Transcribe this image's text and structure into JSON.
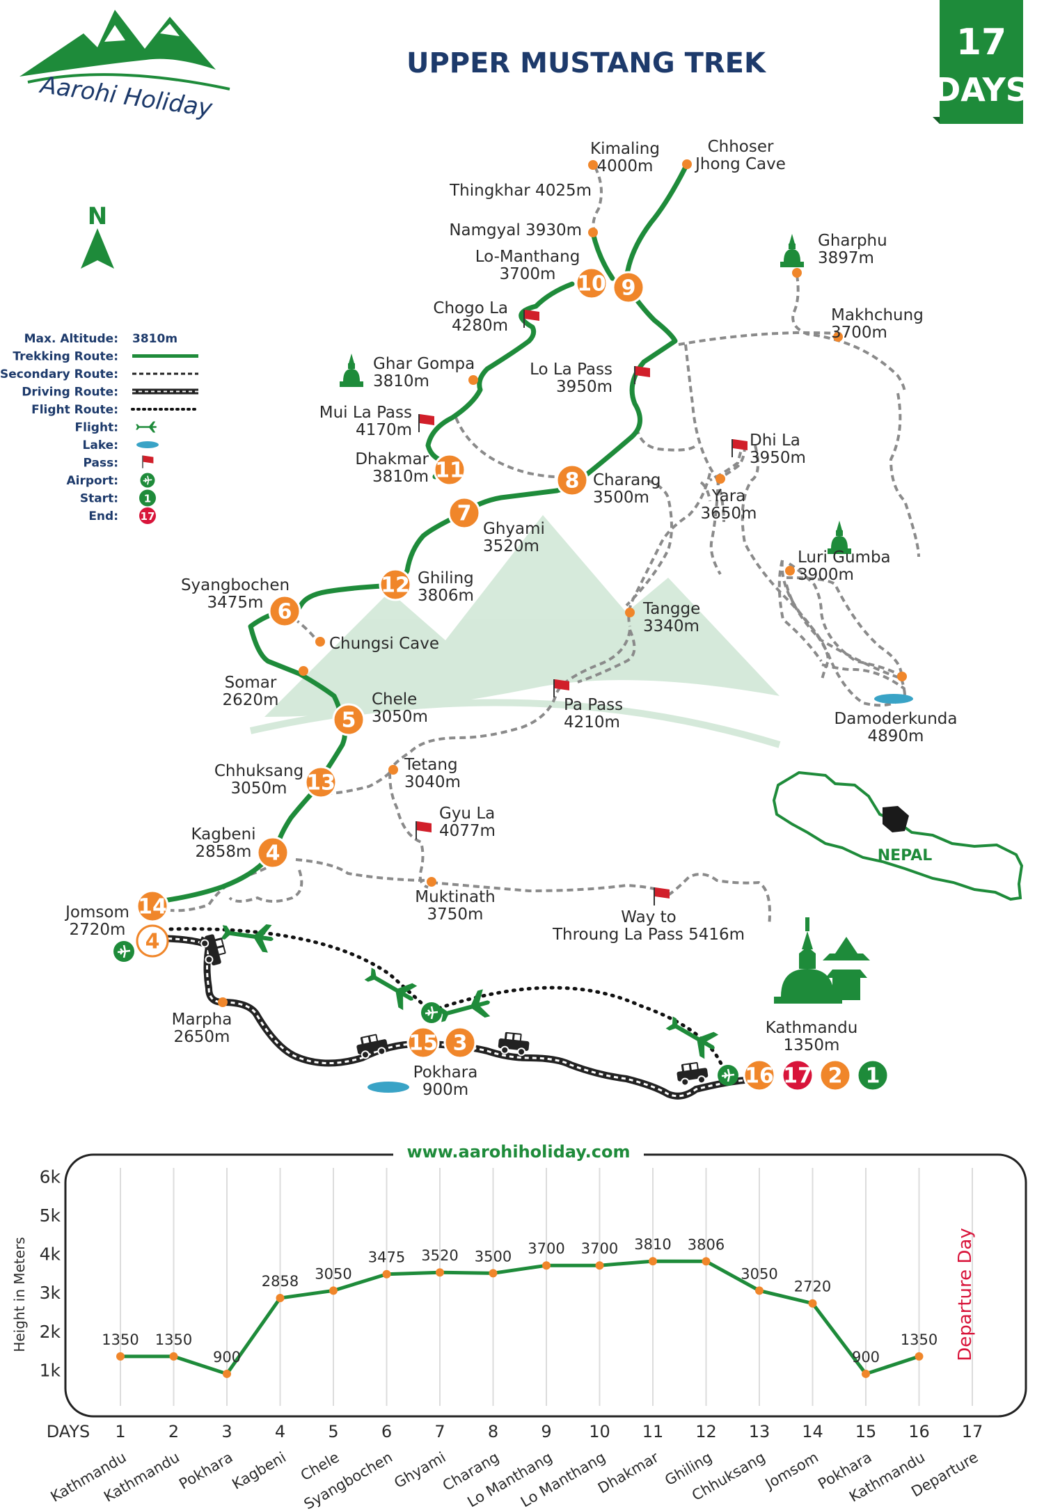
{
  "header": {
    "title": "UPPER MUSTANG TREK",
    "brand_name": "Aarohi Holiday",
    "duration_days": "17",
    "duration_unit": "DAYS",
    "website": "www.aarohiholiday.com"
  },
  "north_label": "N",
  "colors": {
    "trek_green": "#1e8b3a",
    "accent_orange": "#f0862a",
    "end_red": "#d8143a",
    "dark_navy": "#1d3a6b",
    "lake_blue": "#39a3c6",
    "pass_red": "#d11f2a"
  },
  "legend": [
    {
      "label": "Max. Altitude:",
      "value": "3810m",
      "kind": "text"
    },
    {
      "label": "Trekking Route:",
      "kind": "trek-line"
    },
    {
      "label": "Secondary Route:",
      "kind": "secondary-line"
    },
    {
      "label": "Driving Route:",
      "kind": "driving-line"
    },
    {
      "label": "Flight Route:",
      "kind": "flight-line"
    },
    {
      "label": "Flight:",
      "kind": "plane-icon"
    },
    {
      "label": "Lake:",
      "kind": "lake-icon"
    },
    {
      "label": "Pass:",
      "kind": "flag-icon"
    },
    {
      "label": "Airport:",
      "kind": "airport-icon"
    },
    {
      "label": "Start:",
      "kind": "start-icon",
      "value": "1"
    },
    {
      "label": "End:",
      "kind": "end-icon",
      "value": "17"
    }
  ],
  "places": [
    {
      "id": "kimaling",
      "lines": [
        "Kimaling",
        "4000m"
      ]
    },
    {
      "id": "chhoser",
      "lines": [
        "Chhoser",
        "Jhong Cave"
      ]
    },
    {
      "id": "thingkhar",
      "lines": [
        "Thingkhar 4025m"
      ]
    },
    {
      "id": "namgyal",
      "lines": [
        "Namgyal 3930m"
      ]
    },
    {
      "id": "lomanthang",
      "lines": [
        "Lo-Manthang",
        "3700m"
      ]
    },
    {
      "id": "gharphu",
      "lines": [
        "Gharphu",
        "3897m"
      ]
    },
    {
      "id": "chogola",
      "lines": [
        "Chogo La",
        "4280m"
      ]
    },
    {
      "id": "makhchung",
      "lines": [
        "Makhchung",
        "3700m"
      ]
    },
    {
      "id": "ghargompa",
      "lines": [
        "Ghar Gompa",
        "3810m"
      ]
    },
    {
      "id": "lolapass",
      "lines": [
        "Lo La Pass",
        "3950m"
      ]
    },
    {
      "id": "muilapass",
      "lines": [
        "Mui La Pass",
        "4170m"
      ]
    },
    {
      "id": "dhila",
      "lines": [
        "Dhi La",
        "3950m"
      ]
    },
    {
      "id": "dhakmar",
      "lines": [
        "Dhakmar",
        "3810m"
      ]
    },
    {
      "id": "charang",
      "lines": [
        "Charang",
        "3500m"
      ]
    },
    {
      "id": "yara",
      "lines": [
        "Yara",
        "3650m"
      ]
    },
    {
      "id": "ghyami",
      "lines": [
        "Ghyami",
        "3520m"
      ]
    },
    {
      "id": "lurigumba",
      "lines": [
        "Luri Gumba",
        "3900m"
      ]
    },
    {
      "id": "syangbochen",
      "lines": [
        "Syangbochen",
        "3475m"
      ]
    },
    {
      "id": "ghiling",
      "lines": [
        "Ghiling",
        "3806m"
      ]
    },
    {
      "id": "tangge",
      "lines": [
        "Tangge",
        "3340m"
      ]
    },
    {
      "id": "chungsicave",
      "lines": [
        "Chungsi Cave"
      ]
    },
    {
      "id": "somar",
      "lines": [
        "Somar",
        "2620m"
      ]
    },
    {
      "id": "chele",
      "lines": [
        "Chele",
        "3050m"
      ]
    },
    {
      "id": "papass",
      "lines": [
        "Pa Pass",
        "4210m"
      ]
    },
    {
      "id": "damoderkunda",
      "lines": [
        "Damoderkunda",
        "4890m"
      ]
    },
    {
      "id": "tetang",
      "lines": [
        "Tetang",
        "3040m"
      ]
    },
    {
      "id": "chhuksang",
      "lines": [
        "Chhuksang",
        "3050m"
      ]
    },
    {
      "id": "gyula",
      "lines": [
        "Gyu La",
        "4077m"
      ]
    },
    {
      "id": "kagbeni",
      "lines": [
        "Kagbeni",
        "2858m"
      ]
    },
    {
      "id": "muktinath",
      "lines": [
        "Muktinath",
        "3750m"
      ]
    },
    {
      "id": "jomsom",
      "lines": [
        "Jomsom",
        "2720m"
      ]
    },
    {
      "id": "thoronglapass",
      "lines": [
        "Way to",
        "Throung La Pass 5416m"
      ]
    },
    {
      "id": "marpha",
      "lines": [
        "Marpha",
        "2650m"
      ]
    },
    {
      "id": "pokhara",
      "lines": [
        "Pokhara",
        "900m"
      ]
    },
    {
      "id": "kathmandu",
      "lines": [
        "Kathmandu",
        "1350m"
      ]
    }
  ],
  "day_markers": [
    {
      "id": "d10",
      "day": "10",
      "style": "orange"
    },
    {
      "id": "d9",
      "day": "9",
      "style": "orange"
    },
    {
      "id": "d11",
      "day": "11",
      "style": "orange"
    },
    {
      "id": "d8",
      "day": "8",
      "style": "orange"
    },
    {
      "id": "d7",
      "day": "7",
      "style": "orange"
    },
    {
      "id": "d12",
      "day": "12",
      "style": "orange"
    },
    {
      "id": "d6",
      "day": "6",
      "style": "orange"
    },
    {
      "id": "d5",
      "day": "5",
      "style": "orange"
    },
    {
      "id": "d13",
      "day": "13",
      "style": "orange"
    },
    {
      "id": "d4",
      "day": "4",
      "style": "orange"
    },
    {
      "id": "d14",
      "day": "14",
      "style": "orange"
    },
    {
      "id": "d4b",
      "day": "4",
      "style": "outline"
    },
    {
      "id": "d15",
      "day": "15",
      "style": "orange"
    },
    {
      "id": "d3",
      "day": "3",
      "style": "orange"
    },
    {
      "id": "d16",
      "day": "16",
      "style": "orange"
    },
    {
      "id": "d17",
      "day": "17",
      "style": "red"
    },
    {
      "id": "d2",
      "day": "2",
      "style": "orange"
    },
    {
      "id": "d1",
      "day": "1",
      "style": "green"
    }
  ],
  "inset_map_label": "NEPAL",
  "chart_data": {
    "type": "line",
    "ylabel": "Height in Meters",
    "xlabel": "DAYS",
    "ylim": [
      0,
      6000
    ],
    "yticks": [
      {
        "value": 1000,
        "label": "1k"
      },
      {
        "value": 2000,
        "label": "2k"
      },
      {
        "value": 3000,
        "label": "3k"
      },
      {
        "value": 4000,
        "label": "4k"
      },
      {
        "value": 5000,
        "label": "5k"
      },
      {
        "value": 6000,
        "label": "6k"
      }
    ],
    "days": [
      "1",
      "2",
      "3",
      "4",
      "5",
      "6",
      "7",
      "8",
      "9",
      "10",
      "11",
      "12",
      "13",
      "14",
      "15",
      "16",
      "17"
    ],
    "places": [
      "Kathmandu",
      "Kathmandu",
      "Pokhara",
      "Kagbeni",
      "Chele",
      "Syangbochen",
      "Ghyami",
      "Charang",
      "Lo Manthang",
      "Lo Manthang",
      "Dhakmar",
      "Ghiling",
      "Chhuksang",
      "Jomsom",
      "Pokhara",
      "Kathmandu",
      "Departure"
    ],
    "values": [
      1350,
      1350,
      900,
      2858,
      3050,
      3475,
      3520,
      3500,
      3700,
      3700,
      3810,
      3806,
      3050,
      2720,
      900,
      1350
    ],
    "departure_label": "Departure Day",
    "grid": "vertical"
  }
}
